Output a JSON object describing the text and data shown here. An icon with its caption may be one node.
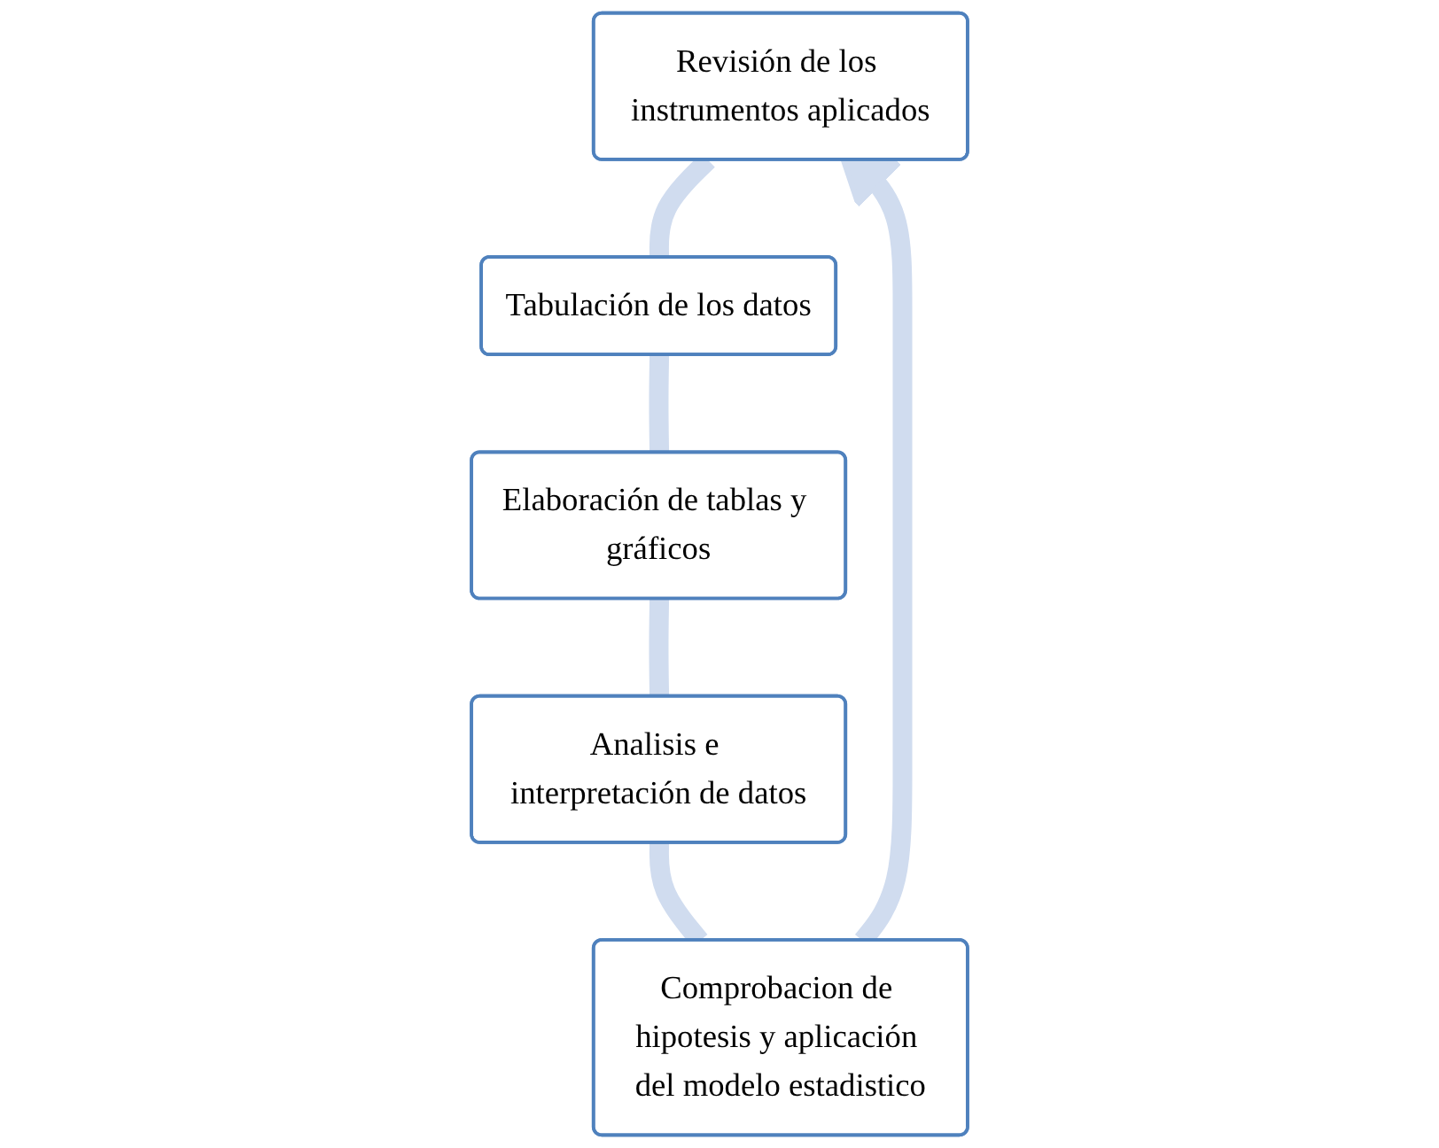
{
  "diagram": {
    "nodes": [
      {
        "text": [
          "Revisión de los instrumentos aplicados"
        ]
      },
      {
        "text": [
          "Tabulación de los datos"
        ]
      },
      {
        "text": [
          "Elaboración de tablas y gráficos"
        ]
      },
      {
        "text": [
          "Analisis e interpretación de datos"
        ]
      },
      {
        "text": [
          "Comprobacion de hipotesis y aplicación del modelo estadistico"
        ]
      }
    ],
    "edges": [
      {
        "from": 0,
        "to": 1,
        "arrow": "none",
        "color": "#d0dcef"
      },
      {
        "from": 1,
        "to": 2,
        "arrow": "none",
        "color": "#d0dcef"
      },
      {
        "from": 2,
        "to": 3,
        "arrow": "none",
        "color": "#d0dcef"
      },
      {
        "from": 3,
        "to": 4,
        "arrow": "none",
        "color": "#d0dcef"
      },
      {
        "from": 4,
        "to": 0,
        "arrow": "to",
        "color": "#d0dcef"
      }
    ]
  }
}
